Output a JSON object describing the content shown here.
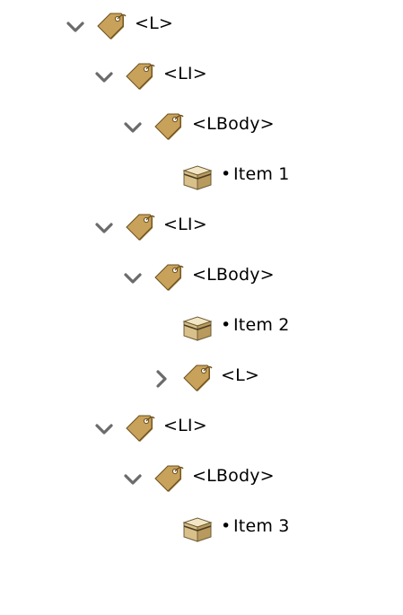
{
  "tree": {
    "rows": [
      {
        "kind": "tag",
        "label": "<L>",
        "expanded": true
      },
      {
        "kind": "tag",
        "label": "<LI>",
        "expanded": true
      },
      {
        "kind": "tag",
        "label": "<LBody>",
        "expanded": true
      },
      {
        "kind": "content",
        "bullet": "•",
        "label": "Item 1"
      },
      {
        "kind": "tag",
        "label": "<LI>",
        "expanded": true
      },
      {
        "kind": "tag",
        "label": "<LBody>",
        "expanded": true
      },
      {
        "kind": "content",
        "bullet": "•",
        "label": "Item 2"
      },
      {
        "kind": "tag",
        "label": "<L>",
        "expanded": false
      },
      {
        "kind": "tag",
        "label": "<LI>",
        "expanded": true
      },
      {
        "kind": "tag",
        "label": "<LBody>",
        "expanded": true
      },
      {
        "kind": "content",
        "bullet": "•",
        "label": "Item 3"
      }
    ]
  },
  "icons": {
    "expanded_chevron": "chevron-down-icon",
    "collapsed_chevron": "chevron-right-icon",
    "tag": "tag-icon",
    "content": "content-box-icon"
  },
  "colors": {
    "chevron": "#6b6b6b",
    "tag_fill": "#c8a25a",
    "tag_shadow": "#8a6a2e",
    "box_fill": "#e4d3a4",
    "box_edge": "#6e5d36"
  }
}
